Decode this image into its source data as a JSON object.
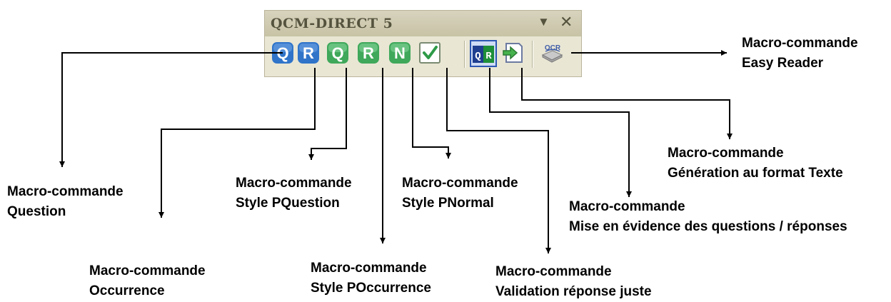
{
  "toolbar": {
    "title": "QCM-DIRECT 5",
    "menu_glyph": "▼",
    "close_glyph": "✕",
    "buttons": [
      {
        "name": "question",
        "glyph": "Q",
        "color": "#2f74c9"
      },
      {
        "name": "occurrence",
        "glyph": "R",
        "color": "#2f74c9"
      },
      {
        "name": "style-pquestion",
        "glyph": "Q",
        "color": "#3fa85a"
      },
      {
        "name": "style-poccurrence",
        "glyph": "R",
        "color": "#3fa85a"
      },
      {
        "name": "style-pnormal",
        "glyph": "N",
        "color": "#3fa85a"
      },
      {
        "name": "validation",
        "icon": "checkmark-icon",
        "color": "#3fa85a"
      },
      {
        "name": "highlight",
        "icon": "qr-highlight-icon",
        "q": "Q",
        "r": "R"
      },
      {
        "name": "text-export",
        "icon": "document-arrow-icon"
      },
      {
        "name": "easy-reader",
        "icon": "ocr-scanner-icon",
        "text": "OCR"
      }
    ]
  },
  "callouts": [
    {
      "line1": "Macro-commande",
      "line2": "Question"
    },
    {
      "line1": "Macro-commande",
      "line2": "Occurrence"
    },
    {
      "line1": "Macro-commande",
      "line2": "Style PQuestion"
    },
    {
      "line1": "Macro-commande",
      "line2": "Style POccurrence"
    },
    {
      "line1": "Macro-commande",
      "line2": "Style PNormal"
    },
    {
      "line1": "Macro-commande",
      "line2": "Validation réponse juste"
    },
    {
      "line1": "Macro-commande",
      "line2": "Mise en évidence des questions / réponses"
    },
    {
      "line1": "Macro-commande",
      "line2": "Génération au format Texte"
    },
    {
      "line1": "Macro-commande",
      "line2": "Easy Reader"
    }
  ]
}
